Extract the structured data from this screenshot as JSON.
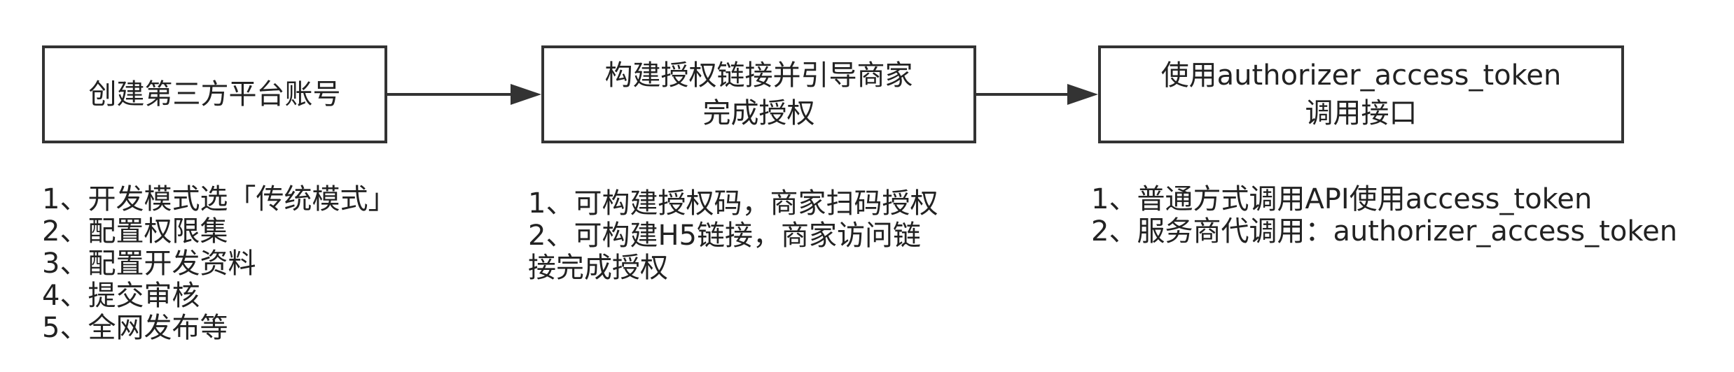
{
  "steps": [
    {
      "lines": [
        "创建第三方平台账号"
      ],
      "notes": [
        "1、开发模式选「传统模式」",
        "2、配置权限集",
        "3、配置开发资料",
        "4、提交审核",
        "5、全网发布等"
      ]
    },
    {
      "lines": [
        "构建授权链接并引导商家",
        "完成授权"
      ],
      "notes": [
        "1、可构建授权码，商家扫码授权",
        "2、可构建H5链接，商家访问链",
        "接完成授权"
      ]
    },
    {
      "lines": [
        "使用authorizer_access_token",
        "调用接口"
      ],
      "notes": [
        "1、普通方式调用API使用access_token",
        "2、服务商代调用：authorizer_access_token"
      ]
    }
  ],
  "colors": {
    "stroke": "#333333",
    "text": "#222222",
    "background": "#ffffff"
  }
}
